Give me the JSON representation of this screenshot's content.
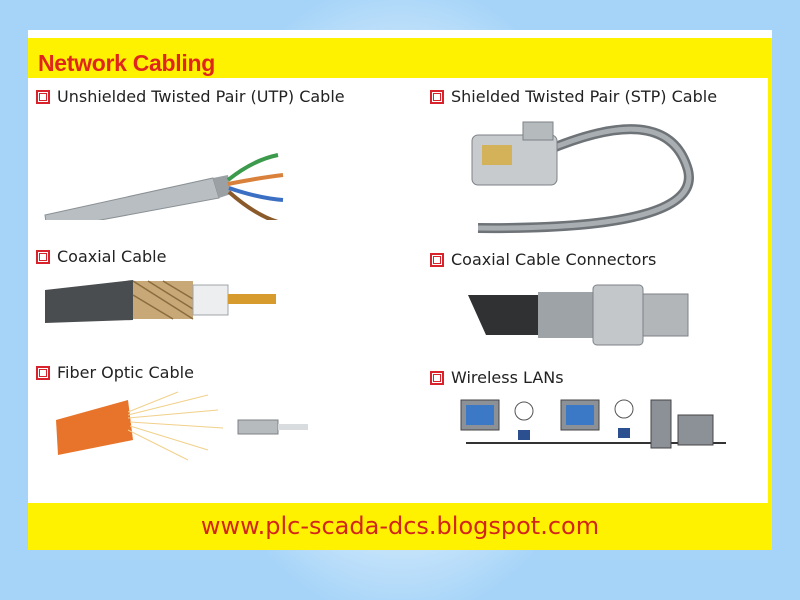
{
  "slide": {
    "title": "Network Cabling",
    "items": [
      {
        "label": "Unshielded Twisted Pair (UTP) Cable"
      },
      {
        "label": "Shielded Twisted Pair (STP) Cable"
      },
      {
        "label": "Coaxial Cable"
      },
      {
        "label": "Coaxial Cable Connectors"
      },
      {
        "label": "Fiber Optic Cable"
      },
      {
        "label": "Wireless LANs"
      }
    ],
    "footer": "www.plc-scada-dcs.blogspot.com",
    "colors": {
      "band": "#fff200",
      "title": "#e0261c",
      "bullet": "#d9232c"
    }
  }
}
